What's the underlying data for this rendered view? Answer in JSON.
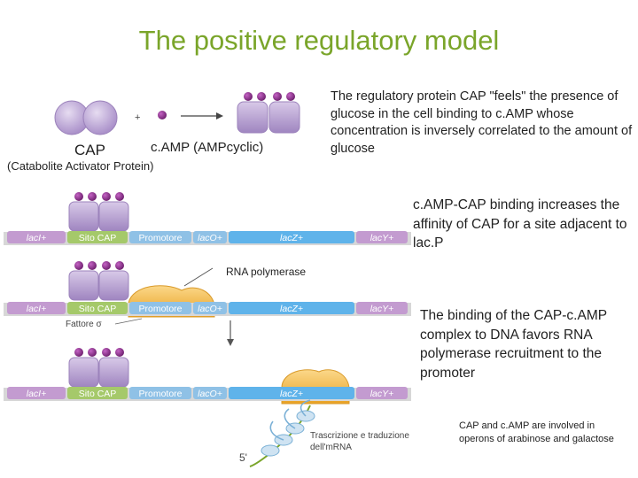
{
  "title": "The positive regulatory model",
  "legend": {
    "cap_label": "CAP",
    "camp_label": "c.AMP (AMPcyclic)",
    "cap_full_name": "(Catabolite Activator Protein)",
    "plus": "+"
  },
  "notes": {
    "top": "The regulatory protein CAP \"feels\" the presence of glucose in the cell binding to c.AMP whose concentration is inversely correlated to the amount of glucose",
    "binding": "c.AMP-CAP binding increases the affinity of CAP for a site adjacent to lac.P",
    "recruitment": "The binding of the CAP-c.AMP complex to DNA favors RNA polymerase recruitment to the promoter",
    "other_operons": "CAP and c.AMP are involved in operons of arabinose and galactose"
  },
  "labels": {
    "rna_polymerase": "RNA polymerase",
    "sigma_factor": "Fattore σ",
    "transcription": "Trascrizione e traduzione dell'mRNA",
    "five_prime": "5'"
  },
  "gene_segments": [
    "lacI+",
    "Sito CAP",
    "Promotore",
    "lacO+",
    "lacZ+",
    "lacY+"
  ],
  "colors": {
    "title": "#7aa52a",
    "cap_protein": "#b9a3d4",
    "camp": "#8e2f8e",
    "rna_polymerase": "#f2b53a",
    "lacI_segment": "#c39bd0",
    "cap_site_segment": "#a5c96a",
    "promoter_segment": "#8fc1e6",
    "lacZ_segment": "#5fb3ea",
    "lacY_segment": "#c39bd0",
    "dna_backbone": "#d7d7d7"
  }
}
